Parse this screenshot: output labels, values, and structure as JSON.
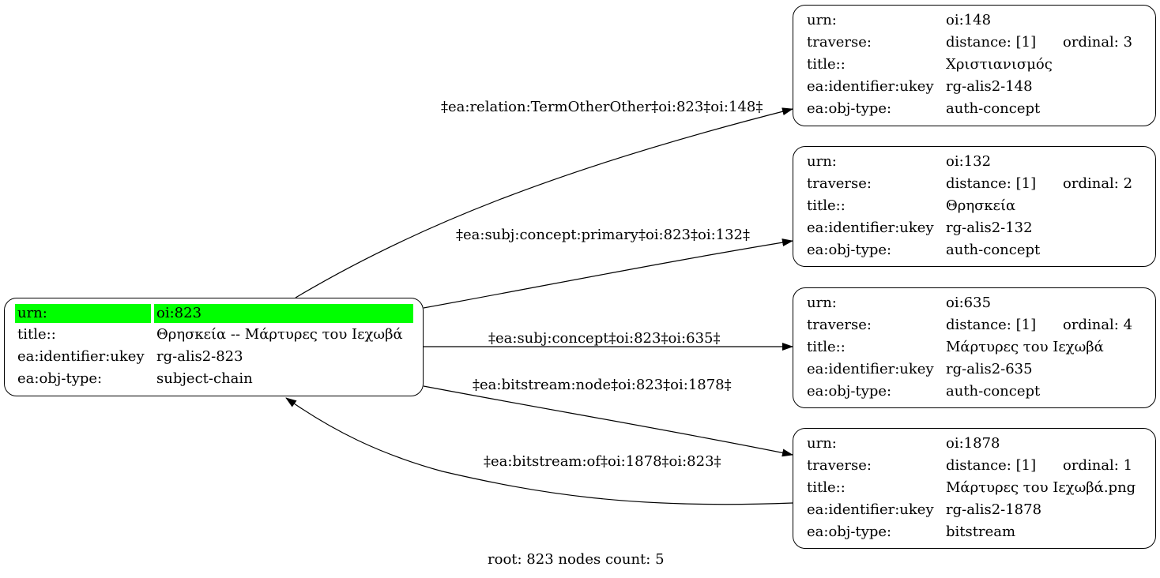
{
  "root_node": {
    "rows": [
      {
        "key": "urn:",
        "value": "oi:823"
      },
      {
        "key": "title::",
        "value": "Θρησκεία -- Μάρτυρες του Ιεχωβά"
      },
      {
        "key": "ea:identifier:ukey",
        "value": "rg-alis2-823"
      },
      {
        "key": "ea:obj-type:",
        "value": "subject-chain"
      }
    ],
    "highlight_color": "#00ff00"
  },
  "nodes": [
    {
      "urn_key": "urn:",
      "urn": "oi:148",
      "traverse_key": "traverse:",
      "distance": "distance: [1]",
      "ordinal": "ordinal: 3",
      "title_key": "title::",
      "title": "Χριστιανισμός",
      "ukey_key": "ea:identifier:ukey",
      "ukey": "rg-alis2-148",
      "type_key": "ea:obj-type:",
      "type": "auth-concept"
    },
    {
      "urn_key": "urn:",
      "urn": "oi:132",
      "traverse_key": "traverse:",
      "distance": "distance: [1]",
      "ordinal": "ordinal: 2",
      "title_key": "title::",
      "title": "Θρησκεία",
      "ukey_key": "ea:identifier:ukey",
      "ukey": "rg-alis2-132",
      "type_key": "ea:obj-type:",
      "type": "auth-concept"
    },
    {
      "urn_key": "urn:",
      "urn": "oi:635",
      "traverse_key": "traverse:",
      "distance": "distance: [1]",
      "ordinal": "ordinal: 4",
      "title_key": "title::",
      "title": "Μάρτυρες του Ιεχωβά",
      "ukey_key": "ea:identifier:ukey",
      "ukey": "rg-alis2-635",
      "type_key": "ea:obj-type:",
      "type": "auth-concept"
    },
    {
      "urn_key": "urn:",
      "urn": "oi:1878",
      "traverse_key": "traverse:",
      "distance": "distance: [1]",
      "ordinal": "ordinal: 1",
      "title_key": "title::",
      "title": "Μάρτυρες του Ιεχωβά.png",
      "ukey_key": "ea:identifier:ukey",
      "ukey": "rg-alis2-1878",
      "type_key": "ea:obj-type:",
      "type": "bitstream"
    }
  ],
  "edges": [
    {
      "label": "‡ea:relation:TermOtherOther‡oi:823‡oi:148‡",
      "from": "oi:823",
      "to": "oi:148"
    },
    {
      "label": "‡ea:subj:concept:primary‡oi:823‡oi:132‡",
      "from": "oi:823",
      "to": "oi:132"
    },
    {
      "label": "‡ea:subj:concept‡oi:823‡oi:635‡",
      "from": "oi:823",
      "to": "oi:635"
    },
    {
      "label": "‡ea:bitstream:node‡oi:823‡oi:1878‡",
      "from": "oi:823",
      "to": "oi:1878"
    },
    {
      "label": "‡ea:bitstream:of‡oi:1878‡oi:823‡",
      "from": "oi:1878",
      "to": "oi:823"
    }
  ],
  "footer": "root: 823 nodes count: 5"
}
